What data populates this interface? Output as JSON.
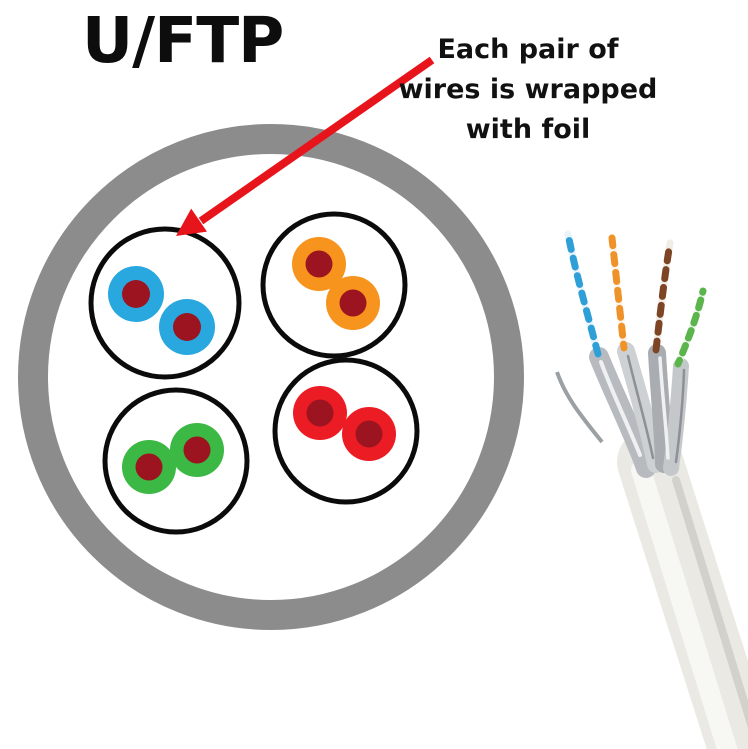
{
  "title": "U/FTP",
  "annotation": {
    "lines": [
      "Each pair of",
      "wires is wrapped",
      "with foil"
    ]
  },
  "diagram": {
    "jacket_color": "#8c8c8c",
    "foil_circle_outline": "#0b0b0b",
    "conductor_color": "#9b1420",
    "arrow_color": "#e8141c",
    "pairs": [
      {
        "name": "blue-pair",
        "color": "#29a8e0"
      },
      {
        "name": "orange-pair",
        "color": "#f7941e"
      },
      {
        "name": "green-pair",
        "color": "#3cb844"
      },
      {
        "name": "red-pair",
        "color": "#ec1c24"
      }
    ]
  },
  "photo": {
    "jacket_color": "#eae9e4",
    "foil_color": "#b7bbc0",
    "pairs": [
      {
        "name": "blue-white-pair",
        "color": "#2f9fd8"
      },
      {
        "name": "orange-white-pair",
        "color": "#f0922a"
      },
      {
        "name": "brown-white-pair",
        "color": "#7d4526"
      },
      {
        "name": "green-white-pair",
        "color": "#5cb54c"
      }
    ]
  }
}
